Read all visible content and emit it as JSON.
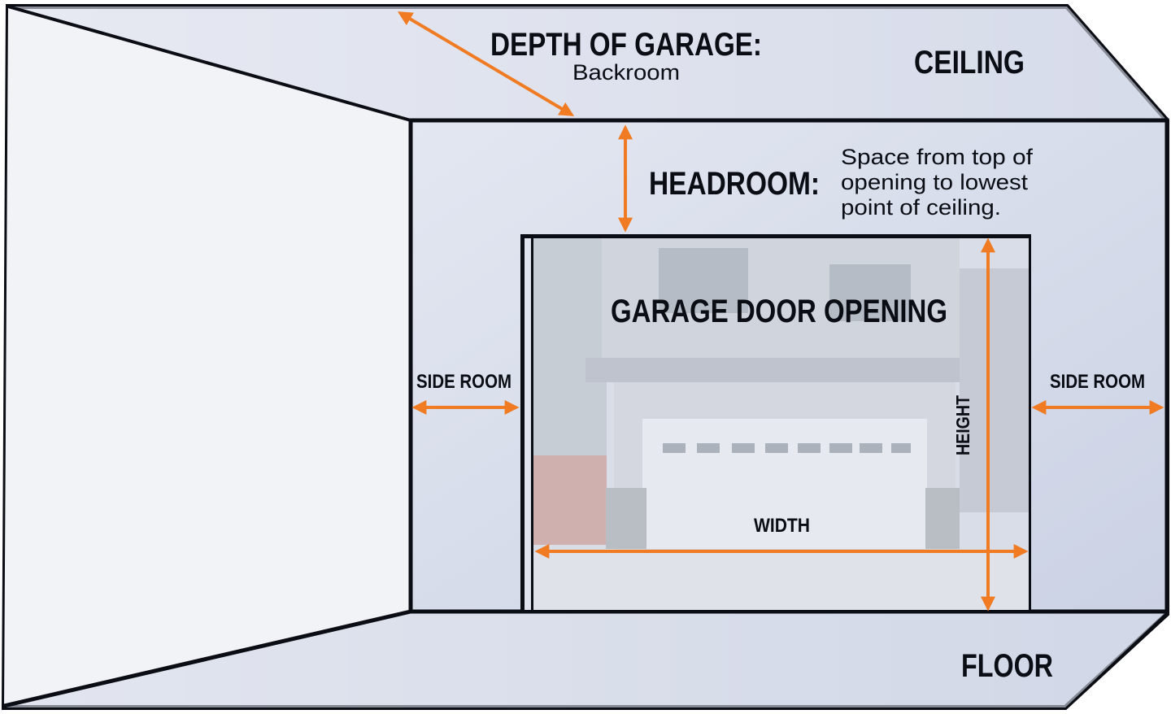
{
  "labels": {
    "depth_title": "DEPTH OF GARAGE:",
    "depth_sub": "Backroom",
    "ceiling": "CEILING",
    "headroom": "HEADROOM:",
    "headroom_desc": [
      "Space from top of",
      "opening to lowest",
      "point of ceiling."
    ],
    "opening": "GARAGE DOOR OPENING",
    "side_room_left": "SIDE ROOM",
    "side_room_right": "SIDE ROOM",
    "height": "HEIGHT",
    "width": "WIDTH",
    "floor": "FLOOR"
  },
  "colors": {
    "arrow": "#f07b22",
    "outline": "#0b0d14",
    "wall": "#dde2ee"
  }
}
